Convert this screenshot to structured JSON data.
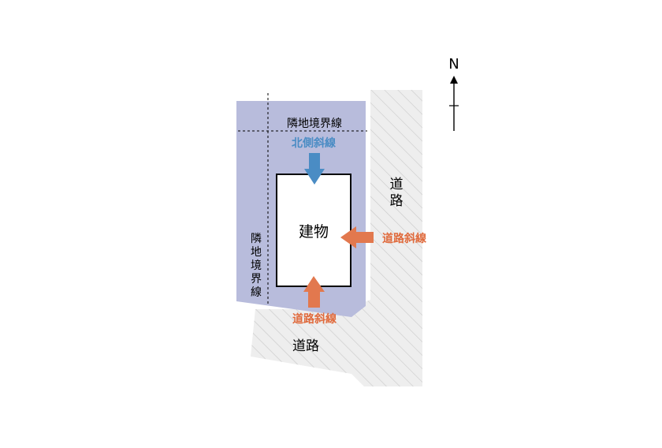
{
  "compass": {
    "label": "N"
  },
  "labels": {
    "neighbor_boundary_top": "隣地境界線",
    "neighbor_boundary_side": [
      "隣",
      "地",
      "境",
      "界",
      "線"
    ],
    "north_slope": "北側斜線",
    "road_slope_right": "道路斜線",
    "road_slope_bottom": "道路斜線",
    "road_right": [
      "道",
      "路"
    ],
    "road_bottom": "道路",
    "building": "建物"
  },
  "colors": {
    "site_fill": "#b8bcdc",
    "road_fill": "#eeeeee",
    "road_hatch": "#c9c9c9",
    "north_arrow": "#4a8cc4",
    "road_arrow": "#e2784e",
    "north_text": "#4a8cc4",
    "road_text": "#e06a3c",
    "line": "#000000"
  }
}
